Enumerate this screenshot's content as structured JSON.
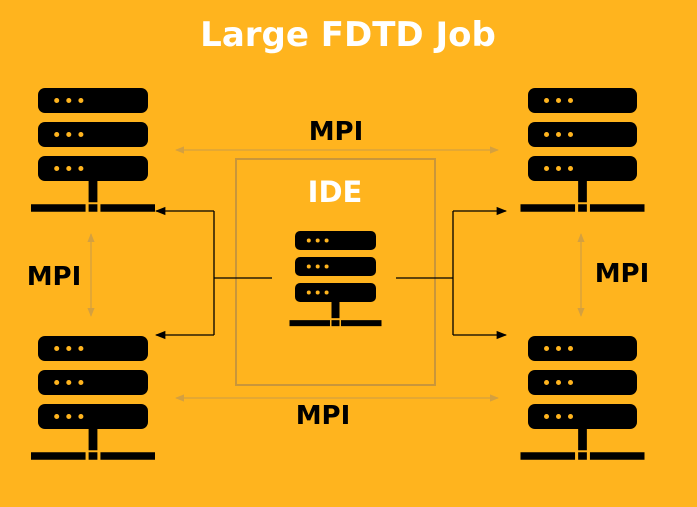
{
  "title": "Large FDTD Job",
  "ide_label": "IDE",
  "mpi_labels": {
    "top": "MPI",
    "bottom": "MPI",
    "left": "MPI",
    "right": "MPI"
  },
  "colors": {
    "background": "#FFB41E",
    "title": "#FFFFFF",
    "server": "#000000",
    "server_light": "#FFB41E",
    "mpi_arrow": "#D4A040",
    "ide_box": "#C9963A",
    "connector": "#000000",
    "label": "#000000"
  },
  "icons": {
    "server": "server-rack-icon"
  }
}
